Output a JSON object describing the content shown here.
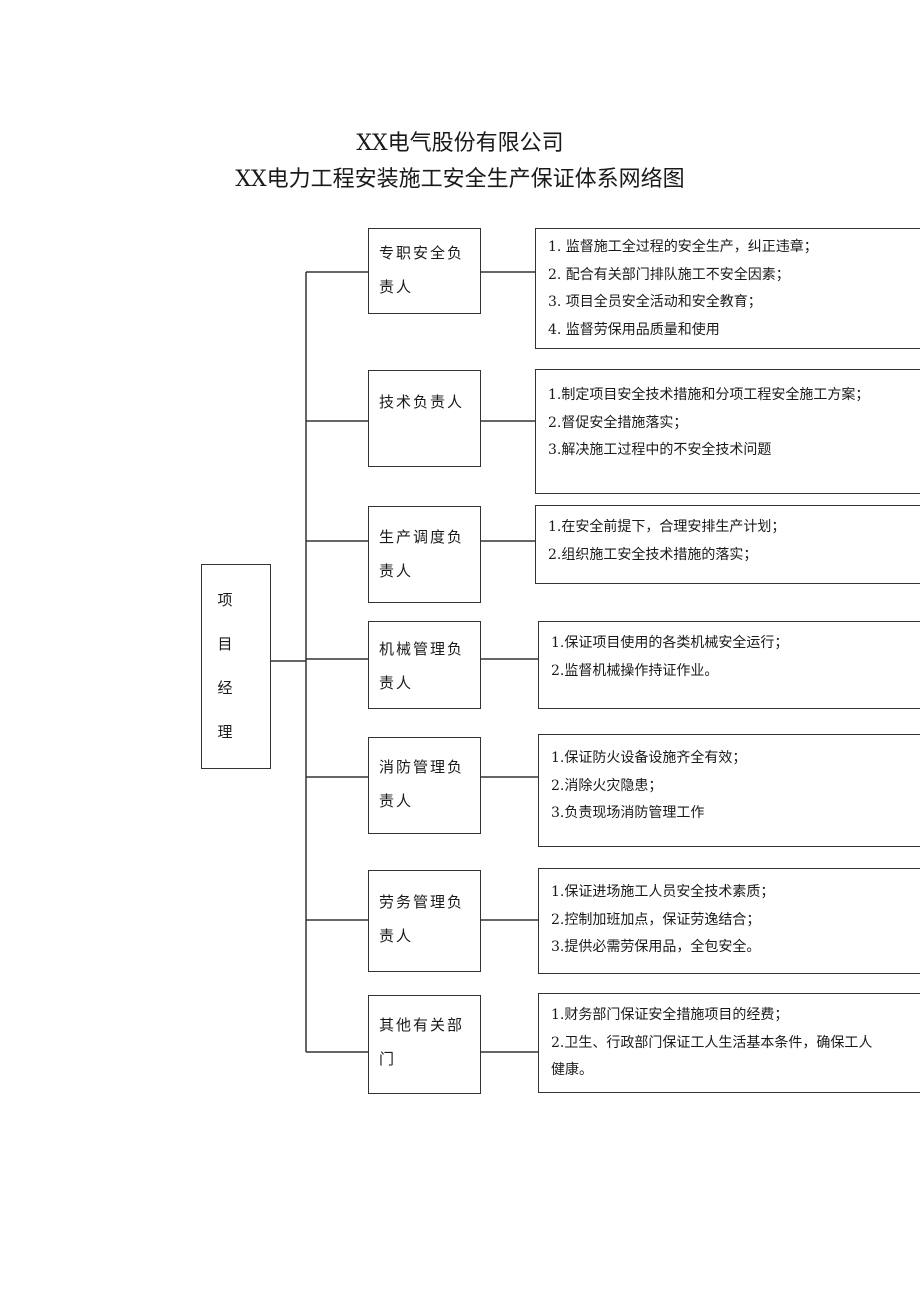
{
  "header": {
    "company": "XX电气股份有限公司",
    "chart_title": "XX电力工程安装施工安全生产保证体系网络图"
  },
  "root": {
    "chars": [
      "项",
      "目",
      "经",
      "理"
    ]
  },
  "departments": [
    {
      "role": "专职安全负责人",
      "duties": [
        "1.  监督施工全过程的安全生产，纠正违章；",
        "2.  配合有关部门排队施工不安全因素；",
        "3.  项目全员安全活动和安全教育；",
        "4.  监督劳保用品质量和使用"
      ]
    },
    {
      "role": "技术负责人",
      "duties": [
        "1.制定项目安全技术措施和分项工程安全施工方案；",
        "2.督促安全措施落实；",
        "3.解决施工过程中的不安全技术问题"
      ]
    },
    {
      "role": "生产调度负责人",
      "duties": [
        "1.在安全前提下，合理安排生产计划；",
        "2.组织施工安全技术措施的落实；"
      ]
    },
    {
      "role": "机械管理负责人",
      "duties": [
        "1.保证项目使用的各类机械安全运行；",
        "2.监督机械操作持证作业。"
      ]
    },
    {
      "role": "消防管理负责人",
      "duties": [
        "1.保证防火设备设施齐全有效；",
        "2.消除火灾隐患；",
        "3.负责现场消防管理工作"
      ]
    },
    {
      "role": "劳务管理负责人",
      "duties": [
        "1.保证进场施工人员安全技术素质；",
        "2.控制加班加点，保证劳逸结合；",
        "3.提供必需劳保用品，全包安全。"
      ]
    },
    {
      "role": "其他有关部门",
      "duties": [
        "1.财务部门保证安全措施项目的经费；",
        "2.卫生、行政部门保证工人生活基本条件，确保工人",
        "健康。"
      ]
    }
  ]
}
